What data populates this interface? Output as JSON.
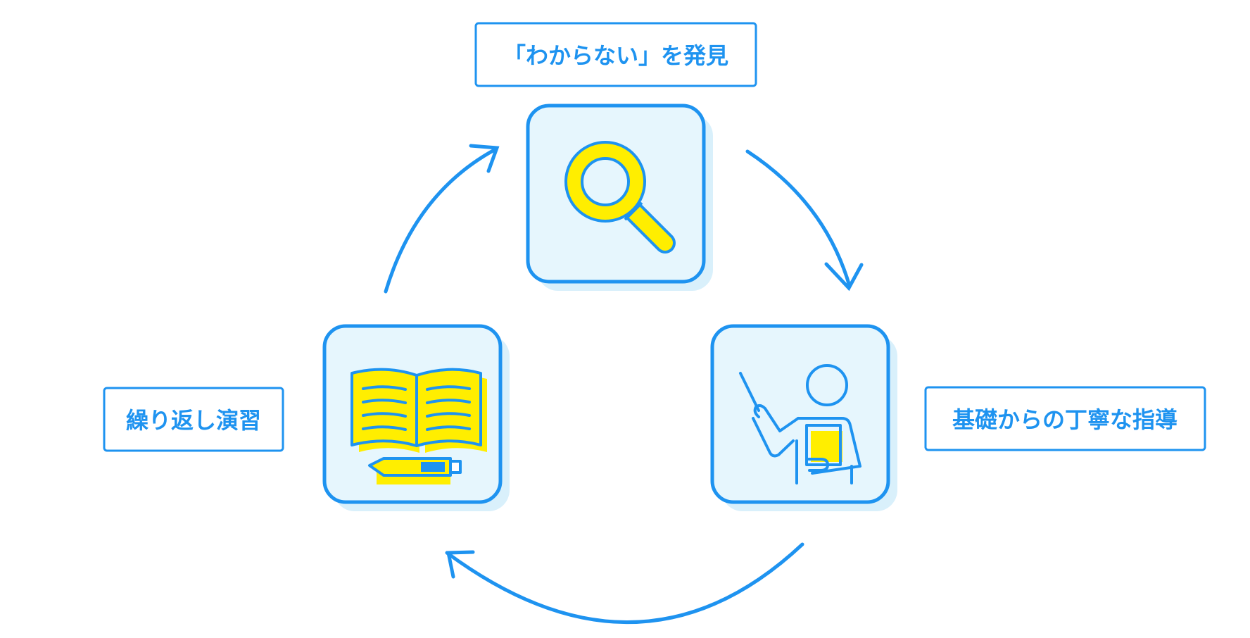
{
  "colors": {
    "primary": "#1e93f0",
    "accent": "#ffee00",
    "panel_fill": "#e6f6fd",
    "panel_shadow": "#d9f0fb",
    "background": "#ffffff"
  },
  "steps": [
    {
      "id": "discover",
      "label": "「わからない」を発見",
      "icon": "magnifying-glass-icon"
    },
    {
      "id": "guidance",
      "label": "基礎からの丁寧な指導",
      "icon": "teacher-pointer-icon"
    },
    {
      "id": "practice",
      "label": "繰り返し演習",
      "icon": "open-book-pencil-icon"
    }
  ],
  "cycle": {
    "direction": "clockwise",
    "arrow_count": 3
  }
}
